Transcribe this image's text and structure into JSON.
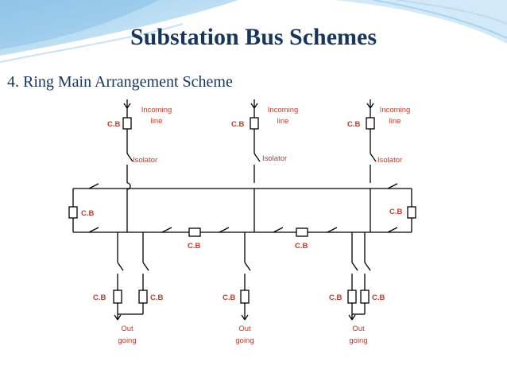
{
  "slide": {
    "title": "Substation Bus Schemes",
    "subtitle_number": "4.",
    "subtitle_text": "Ring Main Arrangement Scheme"
  },
  "diagram": {
    "incoming_label_line1": "Incoming",
    "incoming_label_line2": "line",
    "isolator_label": "Isolator",
    "cb_label": "C.B",
    "outgoing_label_line1": "Out",
    "outgoing_label_line2": "going"
  },
  "colors": {
    "background_wave": "#a9d3ee",
    "title": "#17365d",
    "labels": "#c0392b",
    "lines": "#000000"
  }
}
